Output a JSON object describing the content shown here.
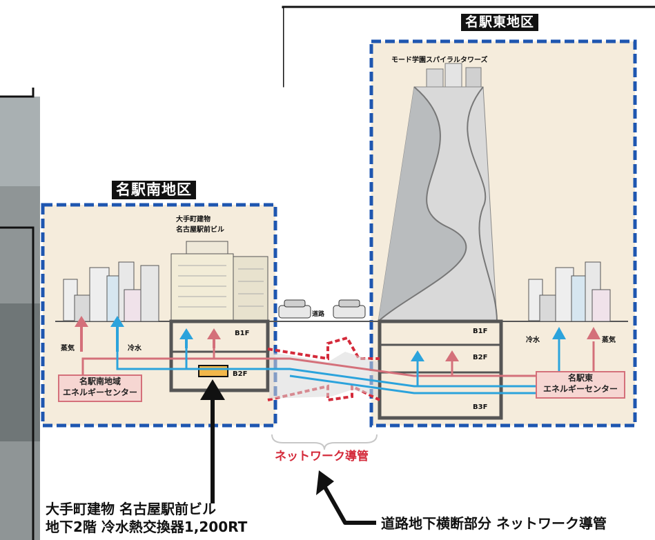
{
  "districts": {
    "south": {
      "title": "名駅南地区"
    },
    "east": {
      "title": "名駅東地区"
    }
  },
  "buildings": {
    "otemachi": {
      "line1": "大手町建物",
      "line2": "名古屋駅前ビル"
    },
    "spiral": {
      "name": "モード学園スパイラルタワーズ"
    }
  },
  "floors": {
    "south": [
      "B1F",
      "B2F"
    ],
    "east": [
      "B1F",
      "B2F",
      "B3F"
    ]
  },
  "road": {
    "label": "道路"
  },
  "flows": {
    "south_steam": "蒸気",
    "south_cold": "冷水",
    "east_cold": "冷水",
    "east_steam": "蒸気"
  },
  "energy_centers": {
    "south": {
      "line1": "名駅南地域",
      "line2": "エネルギーセンター"
    },
    "east": {
      "line1": "名駅東",
      "line2": "エネルギーセンター"
    }
  },
  "network_label": "ネットワーク導管",
  "captions": {
    "left_line1": "大手町建物 名古屋駅前ビル",
    "left_line2": "地下2階 冷水熱交換器1,200RT",
    "right": "道路地下横断部分 ネットワーク導管"
  },
  "colors": {
    "steam": "#d4707a",
    "cold_water": "#2ba3dc",
    "district_border": "#1e56b0",
    "district_fill": "#f5ecdc",
    "network": "#d42a3a"
  }
}
